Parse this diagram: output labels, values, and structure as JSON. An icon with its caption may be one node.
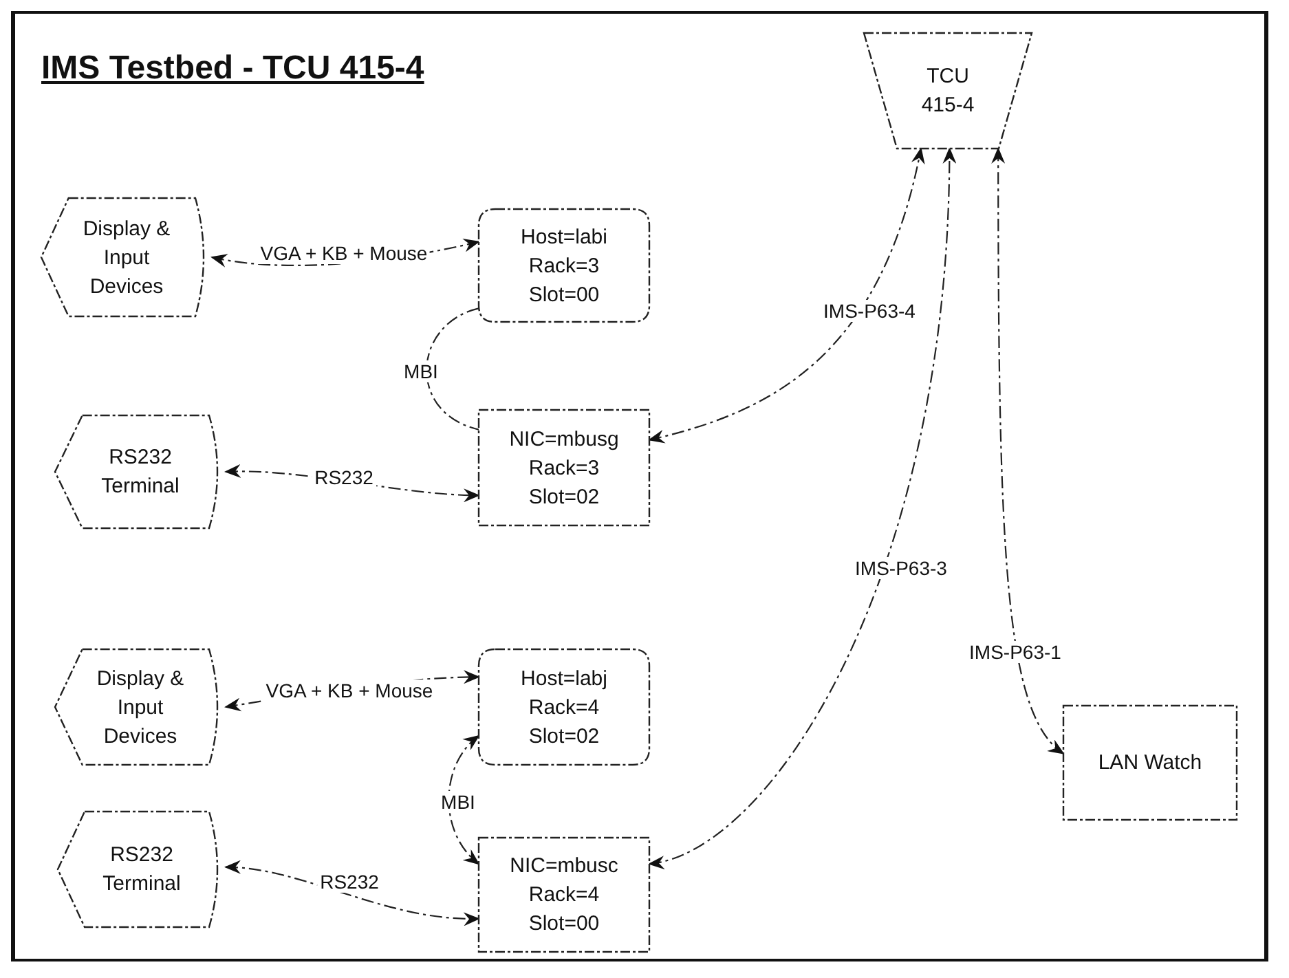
{
  "diagram": {
    "title": "IMS Testbed - TCU 415-4",
    "nodes": [
      {
        "text": [
          "Display &",
          "Input",
          "Devices"
        ]
      },
      {
        "text": [
          "Host=labi",
          "Rack=3",
          "Slot=00"
        ]
      },
      {
        "text": [
          "RS232",
          "Terminal"
        ]
      },
      {
        "text": [
          "NIC=mbusg",
          "Rack=3",
          "Slot=02"
        ]
      },
      {
        "text": [
          "Display &",
          "Input",
          "Devices"
        ]
      },
      {
        "text": [
          "Host=labj",
          "Rack=4",
          "Slot=02"
        ]
      },
      {
        "text": [
          "RS232",
          "Terminal"
        ]
      },
      {
        "text": [
          "NIC=mbusc",
          "Rack=4",
          "Slot=00"
        ]
      },
      {
        "text": [
          "TCU",
          "415-4"
        ]
      },
      {
        "text": [
          "LAN Watch"
        ]
      }
    ],
    "edges": [
      {
        "from": 0,
        "to": 1,
        "arrow": "both",
        "label": "VGA + KB + Mouse"
      },
      {
        "from": 1,
        "to": 3,
        "arrow": "none",
        "label": "MBI"
      },
      {
        "from": 2,
        "to": 3,
        "arrow": "both",
        "label": "RS232"
      },
      {
        "from": 3,
        "to": 8,
        "arrow": "both",
        "label": "IMS-P63-4"
      },
      {
        "from": 4,
        "to": 5,
        "arrow": "both",
        "label": "VGA + KB + Mouse"
      },
      {
        "from": 5,
        "to": 7,
        "arrow": "both",
        "label": "MBI"
      },
      {
        "from": 6,
        "to": 7,
        "arrow": "both",
        "label": "RS232"
      },
      {
        "from": 7,
        "to": 8,
        "arrow": "both",
        "label": "IMS-P63-3"
      },
      {
        "from": 8,
        "to": 9,
        "arrow": "both",
        "label": "IMS-P63-1"
      }
    ]
  }
}
